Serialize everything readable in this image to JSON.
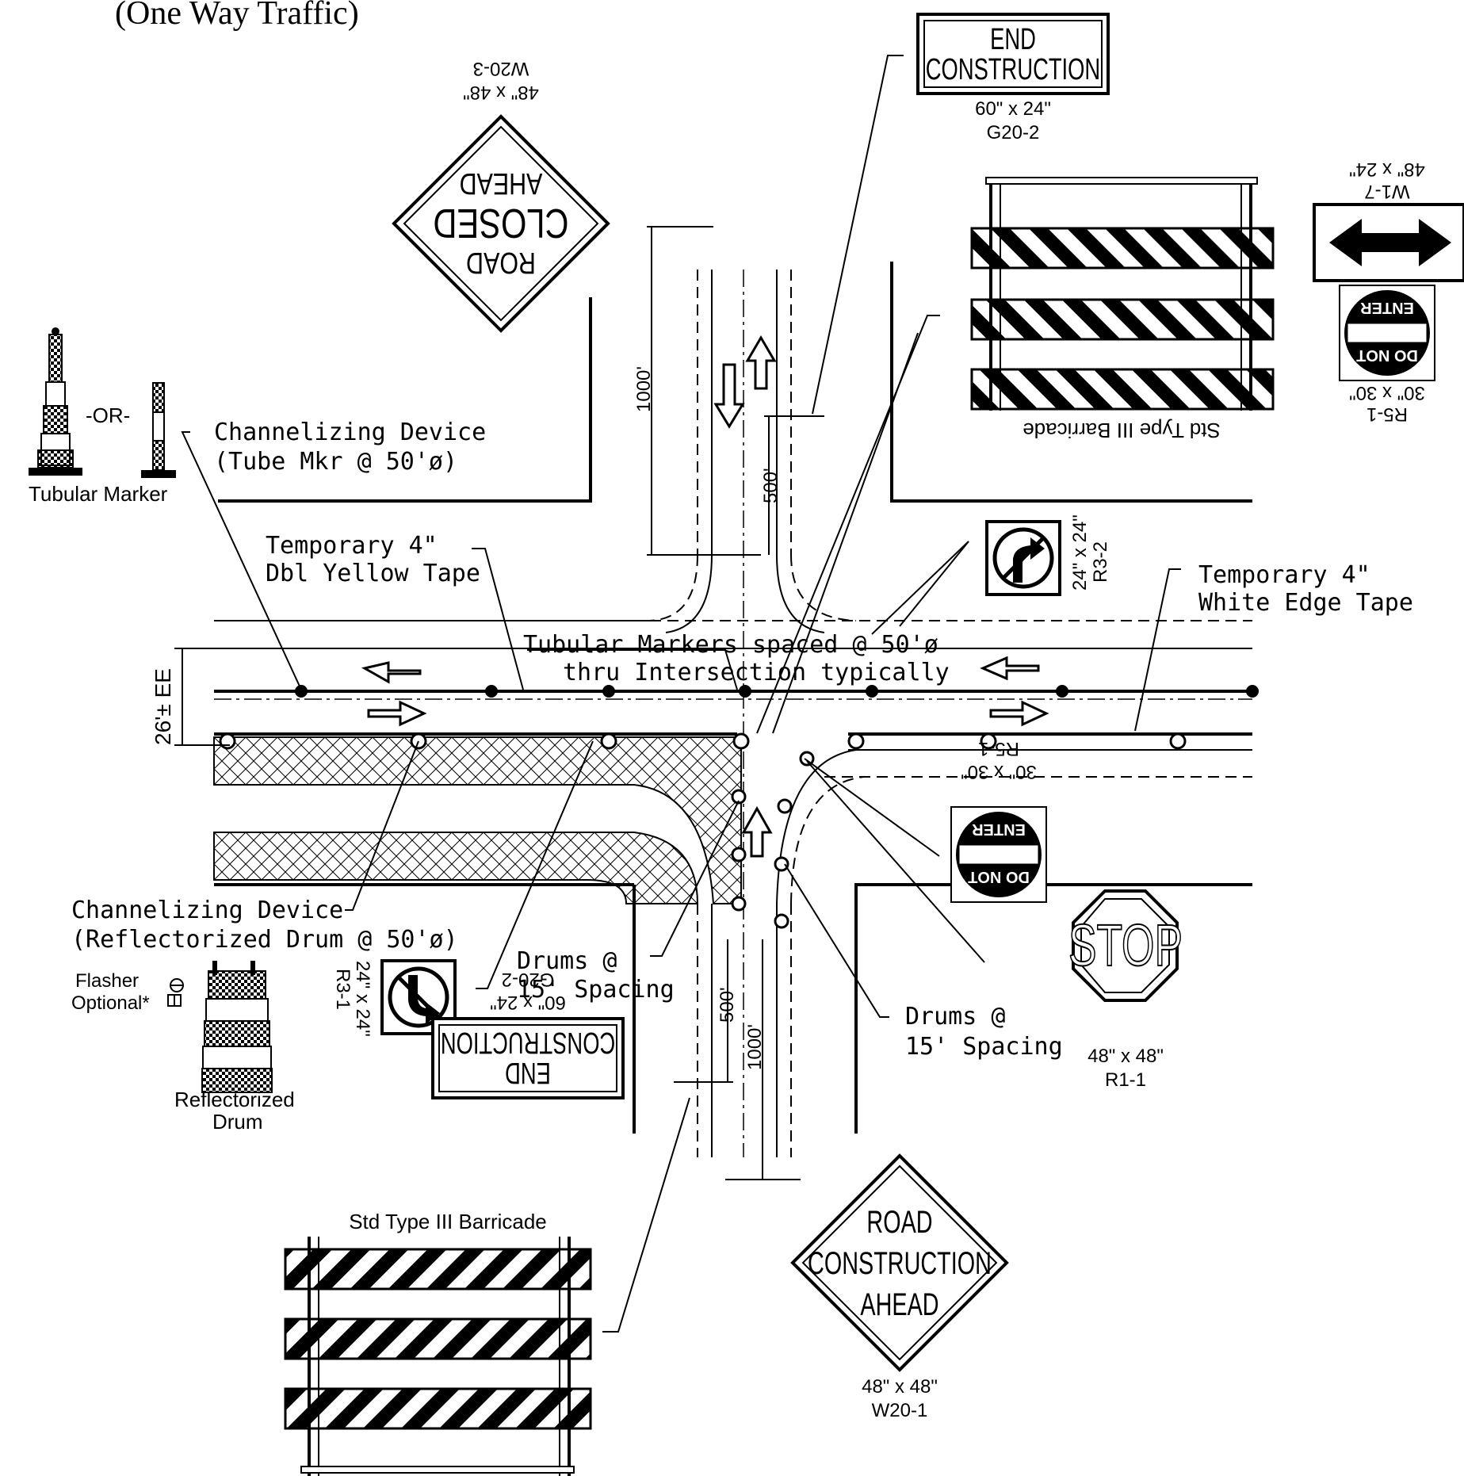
{
  "page_title": "(One Way Traffic)",
  "signs": {
    "end_construction_top": {
      "line1": "END",
      "line2": "CONSTRUCTION",
      "size": "60\" x 24\"",
      "code": "G20-2"
    },
    "end_construction_bottom": {
      "line1": "END",
      "line2": "CONSTRUCTION",
      "size": "60\" x 24\"",
      "code": "G20-2"
    },
    "road_closed_ahead": {
      "line1": "ROAD",
      "line2": "CLOSED",
      "line3": "AHEAD",
      "size": "48\" x 48\"",
      "code": "W20-3"
    },
    "road_construction_ahead": {
      "line1": "ROAD",
      "line2": "CONSTRUCTION",
      "line3": "AHEAD",
      "size": "48\" x 48\"",
      "code": "W20-1"
    },
    "stop": {
      "text": "STOP",
      "size": "48\" x 48\"",
      "code": "R1-1"
    },
    "do_not_enter_top": {
      "line1": "DO NOT",
      "line2": "ENTER",
      "size": "30\" x 30\"",
      "code": "R5-1"
    },
    "do_not_enter_mid": {
      "line1": "DO NOT",
      "line2": "ENTER",
      "size": "30\" x 30\"",
      "code": "R5-1"
    },
    "double_arrow": {
      "size": "48\" x 24\"",
      "code": "W1-7"
    },
    "left_turn_only": {
      "size": "24\" x 24\"",
      "code": "R3-2"
    },
    "right_turn_only": {
      "size": "24\" x 24\"",
      "code": "R3-1"
    }
  },
  "barricades": {
    "top_label": "Std Type III Barricade",
    "bottom_label": "Std Type III Barricade"
  },
  "devices": {
    "or_label": "-OR-",
    "tubular_marker_label": "Tubular Marker",
    "flasher_label_1": "Flasher",
    "flasher_label_2": "Optional*",
    "drum_label_1": "Reflectorized",
    "drum_label_2": "Drum"
  },
  "callouts": {
    "channelizing_tube_1": "Channelizing Device",
    "channelizing_tube_2": "(Tube Mkr @ 50'ø)",
    "dbl_yellow_1": "Temporary 4\"",
    "dbl_yellow_2": "Dbl Yellow Tape",
    "white_edge_1": "Temporary 4\"",
    "white_edge_2": "White Edge Tape",
    "tubular_spacing_1": "Tubular Markers spaced @ 50'ø",
    "tubular_spacing_2": "thru Intersection typically",
    "channelizing_drum_1": "Channelizing Device",
    "channelizing_drum_2": "(Reflectorized Drum @ 50'ø)",
    "drums_left_1": "Drums @",
    "drums_left_2": "15' Spacing",
    "drums_right_1": "Drums @",
    "drums_right_2": "15' Spacing"
  },
  "dimensions": {
    "width": "26'± EE",
    "top_1000": "1000'",
    "top_500": "500'",
    "bottom_500": "500'",
    "bottom_1000": "1000'"
  }
}
